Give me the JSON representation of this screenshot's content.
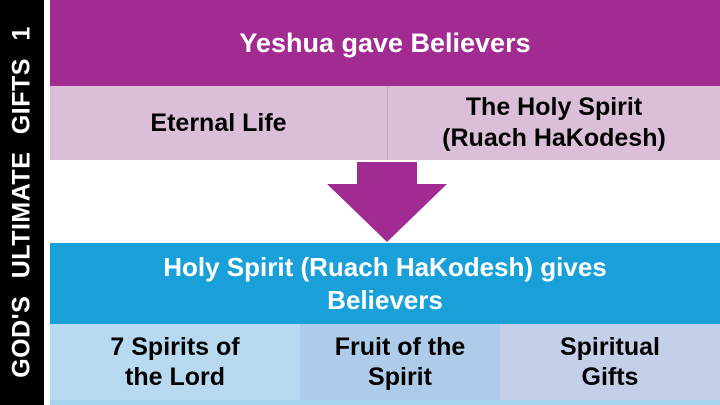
{
  "side_title": "GOD'S ULTIMATE GIFTS 1",
  "top": {
    "heading": "Yeshua gave Believers",
    "gifts": [
      "Eternal Life",
      "The Holy Spirit\n(Ruach HaKodesh)"
    ]
  },
  "bottom": {
    "heading": "Holy Spirit  (Ruach HaKodesh) gives\nBelievers",
    "gifts": [
      "7 Spirits of\nthe Lord",
      "Fruit of the\nSpirit",
      "Spiritual\nGifts"
    ]
  },
  "colors": {
    "top_header": "#a22b91",
    "top_cells": "#dbbfd8",
    "arrow": "#a22b91",
    "bottom_header": "#1aa0d9",
    "side_band": "#000000"
  }
}
